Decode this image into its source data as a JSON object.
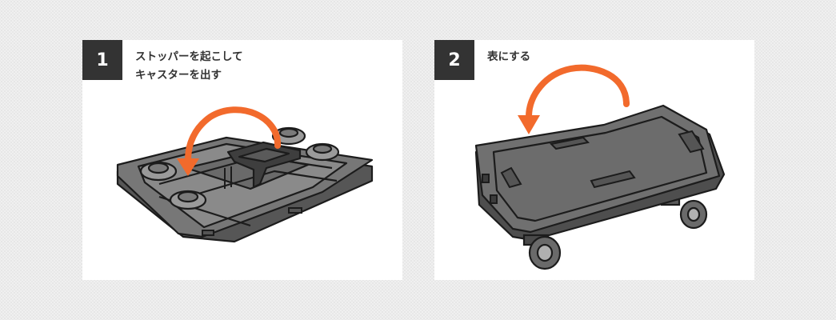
{
  "steps": [
    {
      "number": "1",
      "lines": [
        "ストッパーを起こして",
        "キャスターを出す"
      ]
    },
    {
      "number": "2",
      "lines": [
        "表にする"
      ]
    }
  ],
  "colors": {
    "badge": "#333333",
    "arrow": "#f26a2c",
    "product_body": "#6e6e6e",
    "product_shadow": "#4e4e4e",
    "panel": "#ffffff",
    "background": "#f0f0f0"
  },
  "icons": [
    "rotate-arrow-icon",
    "rotate-arrow-icon"
  ]
}
